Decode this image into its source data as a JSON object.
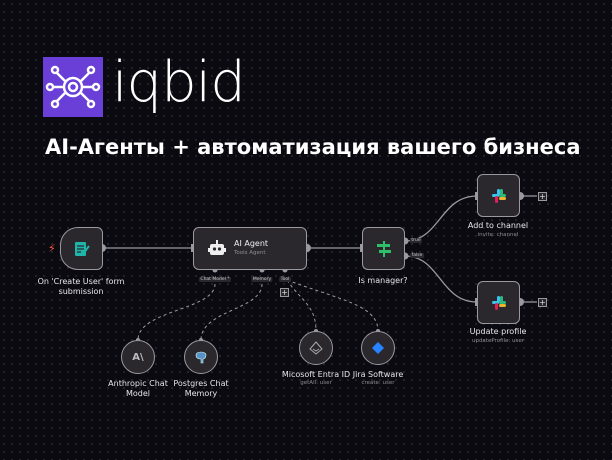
{
  "brand": {
    "name": "iqbid"
  },
  "headline": "AI-Агенты + автоматизация вашего бизнеса",
  "nodes": {
    "trigger": {
      "label_1": "On 'Create User' form",
      "label_2": "submission"
    },
    "agent": {
      "title": "AI Agent",
      "subtitle": "Tools Agent",
      "ports": {
        "chat_model": "Chat Model *",
        "memory": "Memory",
        "tool": "Tool"
      }
    },
    "if": {
      "label": "Is manager?",
      "true_label": "true",
      "false_label": "false"
    },
    "add_channel": {
      "label": "Add to channel",
      "sub": "invite: channel"
    },
    "update_profile": {
      "label": "Update profile",
      "sub": "updateProfile: user"
    },
    "anthropic": {
      "label_1": "Anthropic Chat",
      "label_2": "Model",
      "icon_text": "A\\"
    },
    "postgres": {
      "label_1": "Postgres Chat",
      "label_2": "Memory"
    },
    "entra": {
      "label": "Micosoft Entra ID",
      "sub": "getAll: user"
    },
    "jira": {
      "label": "Jira Software",
      "sub": "create: user"
    }
  },
  "colors": {
    "brand": "#6a3fd8",
    "form": "#1fb5a8",
    "if": "#2fbf6a",
    "jira": "#2684ff",
    "trigger": "#ff5a3c"
  }
}
